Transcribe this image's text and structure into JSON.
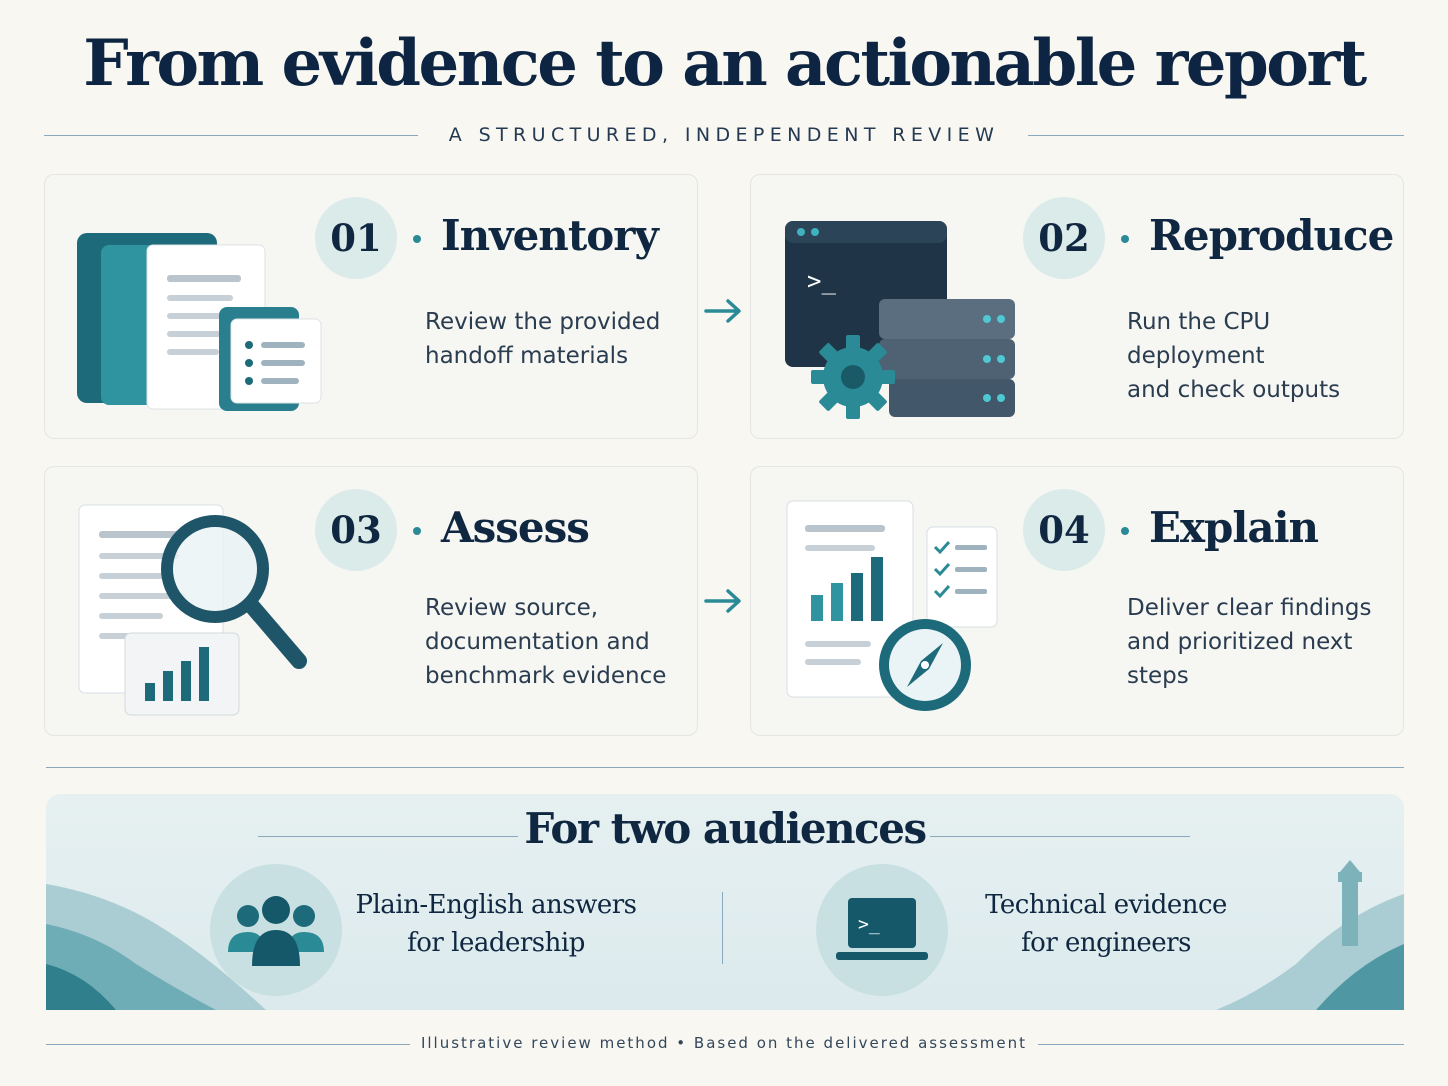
{
  "header": {
    "title": "From evidence to an actionable report",
    "subtitle": "A STRUCTURED, INDEPENDENT REVIEW"
  },
  "steps": [
    {
      "number": "01",
      "title": "Inventory",
      "description": "Review the provided\nhandoff materials",
      "icon": "documents-icon"
    },
    {
      "number": "02",
      "title": "Reproduce",
      "description": "Run the CPU deployment\nand check outputs",
      "icon": "terminal-server-icon"
    },
    {
      "number": "03",
      "title": "Assess",
      "description": "Review source,\ndocumentation and\nbenchmark evidence",
      "icon": "magnifier-report-icon"
    },
    {
      "number": "04",
      "title": "Explain",
      "description": "Deliver clear findings\nand prioritized next steps",
      "icon": "report-compass-icon"
    }
  ],
  "terminal_prompt": ">_",
  "audiences": {
    "title": "For two audiences",
    "items": [
      {
        "label": "Plain-English answers\nfor leadership",
        "icon": "people-icon"
      },
      {
        "label": "Technical evidence\nfor engineers",
        "icon": "laptop-terminal-icon"
      }
    ]
  },
  "footer": "Illustrative review method • Based on the delivered assessment",
  "colors": {
    "background": "#f8f7f2",
    "navy": "#0d2542",
    "teal": "#2a8a96",
    "badge": "#dbebea"
  }
}
